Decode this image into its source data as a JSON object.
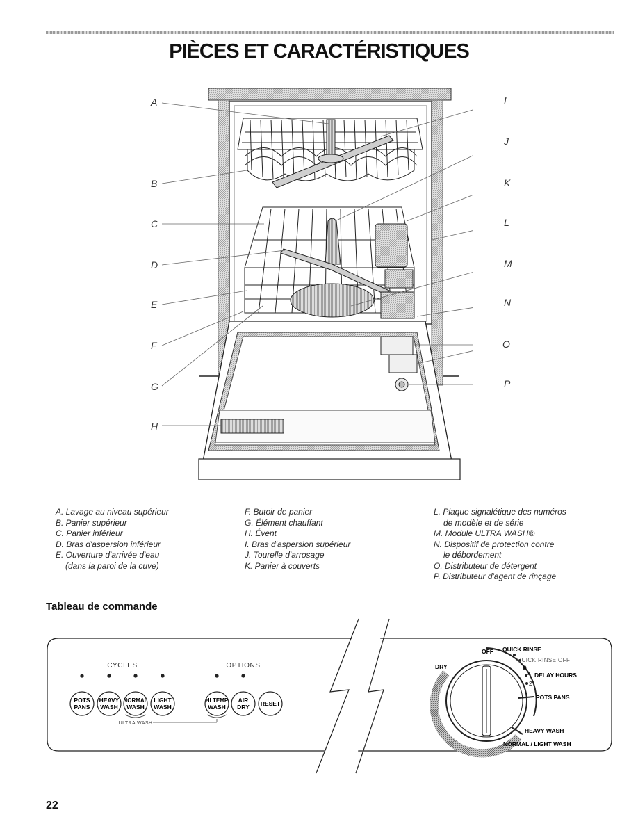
{
  "page": {
    "title": "PIÈCES ET CARACTÉRISTIQUES",
    "number": "22"
  },
  "callouts": {
    "A": "A",
    "B": "B",
    "C": "C",
    "D": "D",
    "E": "E",
    "F": "F",
    "G": "G",
    "H": "H",
    "I": "I",
    "J": "J",
    "K": "K",
    "L": "L",
    "M": "M",
    "N": "N",
    "O": "O",
    "P": "P"
  },
  "legend": {
    "col1": [
      "A. Lavage au niveau supérieur",
      "B. Panier supérieur",
      "C. Panier inférieur",
      "D. Bras d'aspersion inférieur",
      "E. Ouverture d'arrivée d'eau",
      "(dans la paroi de la cuve)"
    ],
    "col2": [
      "F. Butoir de panier",
      "G. Élément chauffant",
      "H. Évent",
      "I. Bras d'aspersion supérieur",
      "J. Tourelle d'arrosage",
      "K. Panier à couverts"
    ],
    "col3": [
      "L. Plaque signalétique des numéros",
      "de modèle et de série",
      "M. Module ULTRA WASH®",
      "N. Dispositif de protection contre",
      "le débordement",
      "O. Distributeur de détergent",
      "P. Distributeur d'agent de rinçage"
    ]
  },
  "control_panel": {
    "heading": "Tableau de commande",
    "cycles_label": "CYCLES",
    "options_label": "OPTIONS",
    "buttons": {
      "pots_pans": [
        "POTS",
        "PANS"
      ],
      "heavy_wash": [
        "HEAVY",
        "WASH"
      ],
      "normal_wash": [
        "NORMAL",
        "WASH"
      ],
      "light_wash": [
        "LIGHT",
        "WASH"
      ],
      "hi_temp_wash": [
        "HI TEMP",
        "WASH"
      ],
      "air_dry": [
        "AIR",
        "DRY"
      ],
      "reset": "RESET"
    },
    "ultra_wash": "ULTRA WASH",
    "dial": {
      "off": "OFF",
      "quick_rinse": "QUICK RINSE",
      "quick_rinse_off": "QUICK RINSE OFF",
      "dry": "DRY",
      "delay_hours": "DELAY HOURS",
      "delay_6": "6",
      "delay_4": "4",
      "delay_2": "2",
      "pots_pans": "POTS PANS",
      "heavy_wash": "HEAVY WASH",
      "normal_light_wash": "NORMAL / LIGHT WASH"
    }
  }
}
